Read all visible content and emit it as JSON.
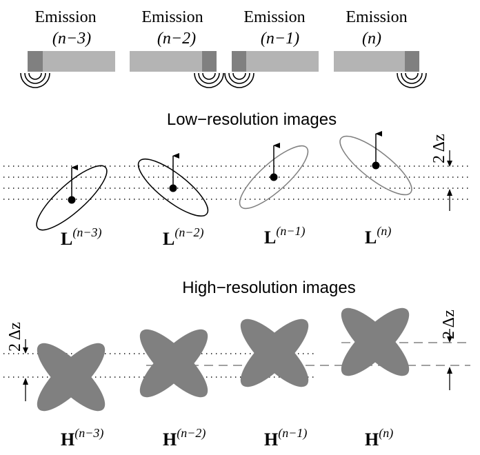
{
  "emissions": [
    {
      "label": "Emission",
      "index": "(n−3)",
      "transducer": "left"
    },
    {
      "label": "Emission",
      "index": "(n−2)",
      "transducer": "right"
    },
    {
      "label": "Emission",
      "index": "(n−1)",
      "transducer": "left"
    },
    {
      "label": "Emission",
      "index": "(n)",
      "transducer": "right"
    }
  ],
  "low_res": {
    "title": "Low−resolution images",
    "images": [
      {
        "letter": "L",
        "sup": "(n−3)",
        "color": "#000000"
      },
      {
        "letter": "L",
        "sup": "(n−2)",
        "color": "#000000"
      },
      {
        "letter": "L",
        "sup": "(n−1)",
        "color": "#808080"
      },
      {
        "letter": "L",
        "sup": "(n)",
        "color": "#808080"
      }
    ],
    "dz_label": "2 Δz"
  },
  "high_res": {
    "title": "High−resolution images",
    "images": [
      {
        "letter": "H",
        "sup": "(n−3)"
      },
      {
        "letter": "H",
        "sup": "(n−2)"
      },
      {
        "letter": "H",
        "sup": "(n−1)"
      },
      {
        "letter": "H",
        "sup": "(n)"
      }
    ],
    "dz_label_left": "2 Δz",
    "dz_label_right": "2 Δz"
  },
  "colors": {
    "bar": "#b4b4b4",
    "bar_end": "#808080",
    "blob": "#808080",
    "gray_ellipse": "#808080",
    "ink": "#000000"
  }
}
